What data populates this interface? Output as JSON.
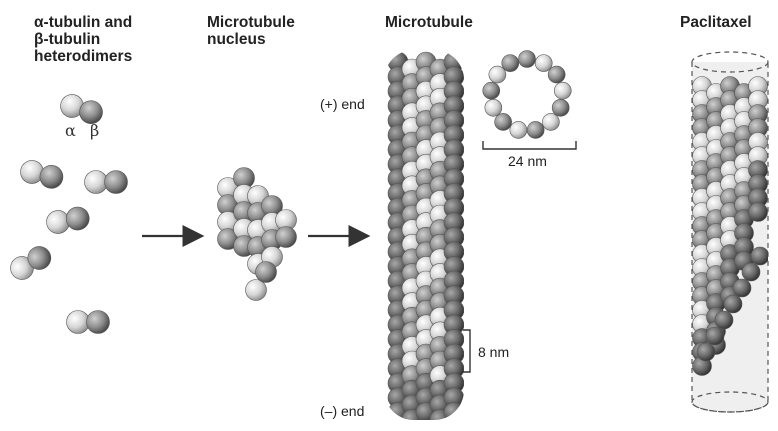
{
  "labels": {
    "dimers_title_line1": "α-tubulin and",
    "dimers_title_line2": "β-tubulin",
    "dimers_title_line3": "heterodimers",
    "alpha": "α",
    "beta": "β",
    "nucleus_title_line1": "Microtubule",
    "nucleus_title_line2": "nucleus",
    "microtubule_title": "Microtubule",
    "plus_end": "(+) end",
    "minus_end": "(–) end",
    "diameter": "24 nm",
    "dimer_length": "8 nm",
    "paclitaxel_title": "Paclitaxel"
  },
  "colors": {
    "alpha_sphere": "#d8d8d8",
    "beta_sphere": "#8c8c8c",
    "arrow": "#333333",
    "paclitaxel_cylinder": "#e8e8e8"
  }
}
